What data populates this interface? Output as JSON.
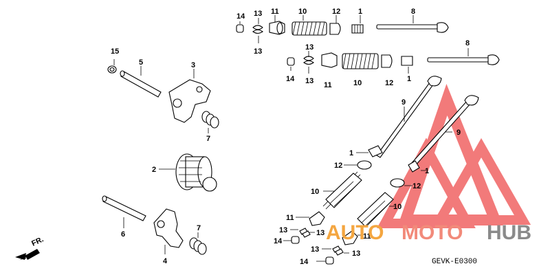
{
  "diagram": {
    "labels": {
      "l1a": "1",
      "l1b": "1",
      "l1c": "1",
      "l1d": "1",
      "l2": "2",
      "l3": "3",
      "l4": "4",
      "l5": "5",
      "l6": "6",
      "l7a": "7",
      "l7b": "7",
      "l8a": "8",
      "l8b": "8",
      "l9a": "9",
      "l9b": "9",
      "l10a": "10",
      "l10b": "10",
      "l10c": "10",
      "l10d": "10",
      "l11a": "11",
      "l11b": "11",
      "l11c": "11",
      "l11d": "11",
      "l12a": "12",
      "l12b": "12",
      "l12c": "12",
      "l12d": "12",
      "l13a": "13",
      "l13b": "13",
      "l13c": "13",
      "l13d": "13",
      "l13e": "13",
      "l13f": "13",
      "l13g": "13",
      "l13h": "13",
      "l14a": "14",
      "l14b": "14",
      "l14c": "14",
      "l14d": "14",
      "l15": "15"
    },
    "direction_label": "FR.",
    "diagram_code": "GEVK-E0300"
  },
  "watermark": {
    "part1": "AUTO",
    "part2": "MOTO",
    "part3": "HUB",
    "color_auto": "#f4a640",
    "color_moto": "#f28a7a",
    "color_hub": "#8a8a8a",
    "triangle_color": "#ef5a5a"
  }
}
